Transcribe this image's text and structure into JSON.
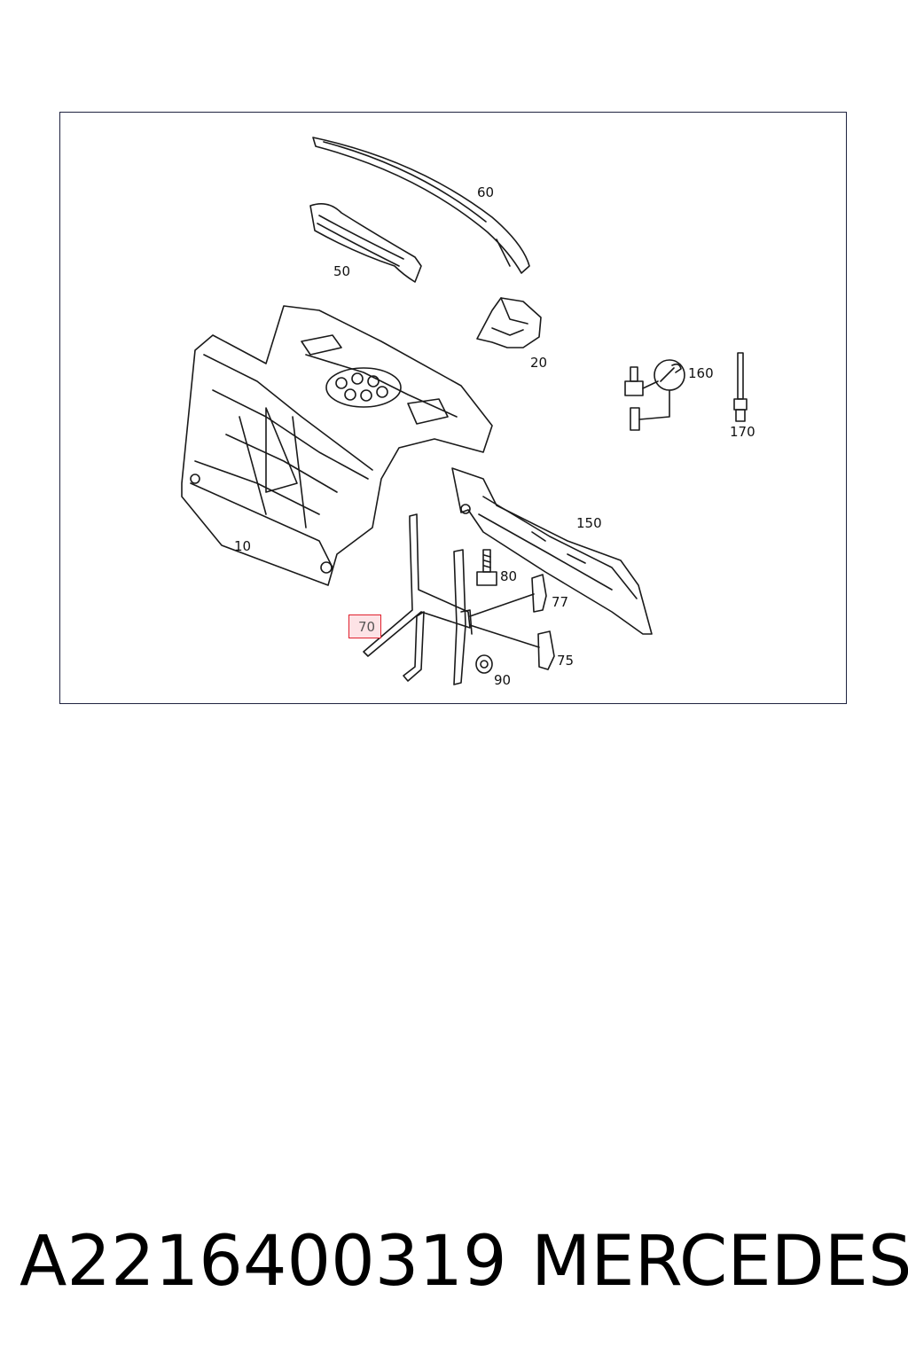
{
  "diagram": {
    "callouts": {
      "c10": "10",
      "c20": "20",
      "c50": "50",
      "c60": "60",
      "c70": "70",
      "c75": "75",
      "c77": "77",
      "c80": "80",
      "c90": "90",
      "c150": "150",
      "c160": "160",
      "c170": "170"
    },
    "highlighted_callout": "70",
    "highlight_color": "#e0212e",
    "highlight_fill": "#fde3e6",
    "line_color": "#1a1a1a"
  },
  "caption": {
    "part_number": "A2216400319",
    "brand": "MERCEDES"
  }
}
